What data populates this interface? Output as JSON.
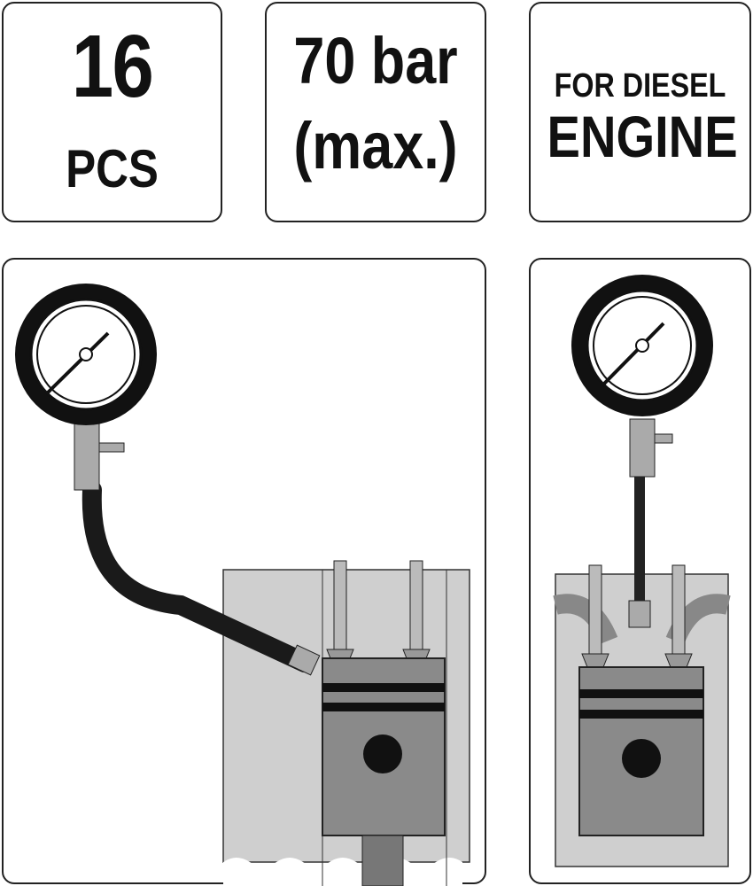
{
  "badges": {
    "pieces": {
      "number": "16",
      "unit": "PCS"
    },
    "pressure": {
      "value": "70 bar",
      "note": "(max.)"
    },
    "engine": {
      "line1": "FOR DIESEL",
      "line2": "ENGINE"
    }
  },
  "colors": {
    "outline": "#222222",
    "engine_block": "#cfcfcf",
    "piston": "#8a8a8a",
    "hose": "#1a1a1a"
  }
}
